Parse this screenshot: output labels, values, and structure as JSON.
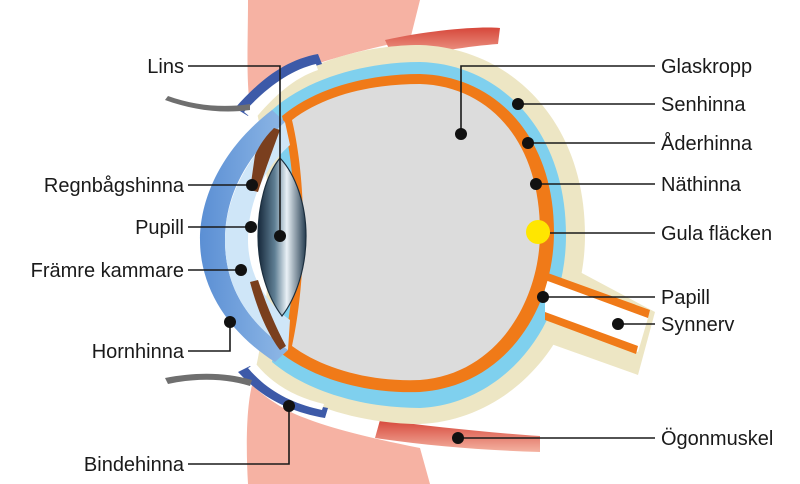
{
  "labels": {
    "lins": "Lins",
    "regnbagshinna": "Regnbågshinna",
    "pupill": "Pupill",
    "framre_kammare": "Främre kammare",
    "hornhinna": "Hornhinna",
    "bindehinna": "Bindehinna",
    "glaskropp": "Glaskropp",
    "senhinna": "Senhinna",
    "aderhinna": "Åderhinna",
    "nathinna": "Näthinna",
    "gula_flacken": "Gula fläcken",
    "papill": "Papill",
    "synnerv": "Synnerv",
    "ogonmuskel": "Ögonmuskel"
  },
  "colors": {
    "sclera": "#ede6c4",
    "choroid_blue": "#7fd0ee",
    "retina_orange": "#f07a18",
    "vitreous": "#dcdcdc",
    "cornea": "#5b8fd4",
    "anterior_chamber": "#cfe6f8",
    "iris": "#7a3f1e",
    "lens": "#2e4a5c",
    "macula": "#ffe600",
    "muscle": "#f2a08d",
    "eyelid_skin": "#f6b2a3"
  }
}
